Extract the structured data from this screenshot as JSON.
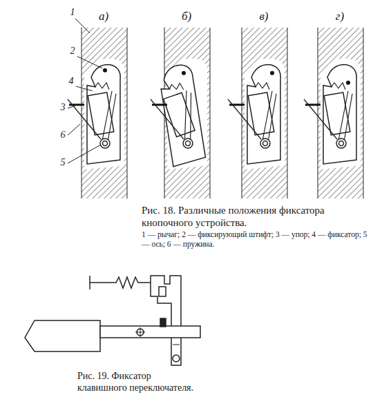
{
  "diagram": {
    "caption": "Рис. 18. Различные положения фиксатора кнопочного устройства.",
    "labels": [
      "а)",
      "б)",
      "в)",
      "г)",
      "1",
      "2",
      "4",
      "3",
      "6",
      "5",
      "1 — рычаг; 2 — фиксирующий штифт; 3 — упор; 4 — фиксатор; 5 — ось; 6 — пружина.",
      "Рис. 19. Фиксатор клавишного переключателя."
    ]
  }
}
